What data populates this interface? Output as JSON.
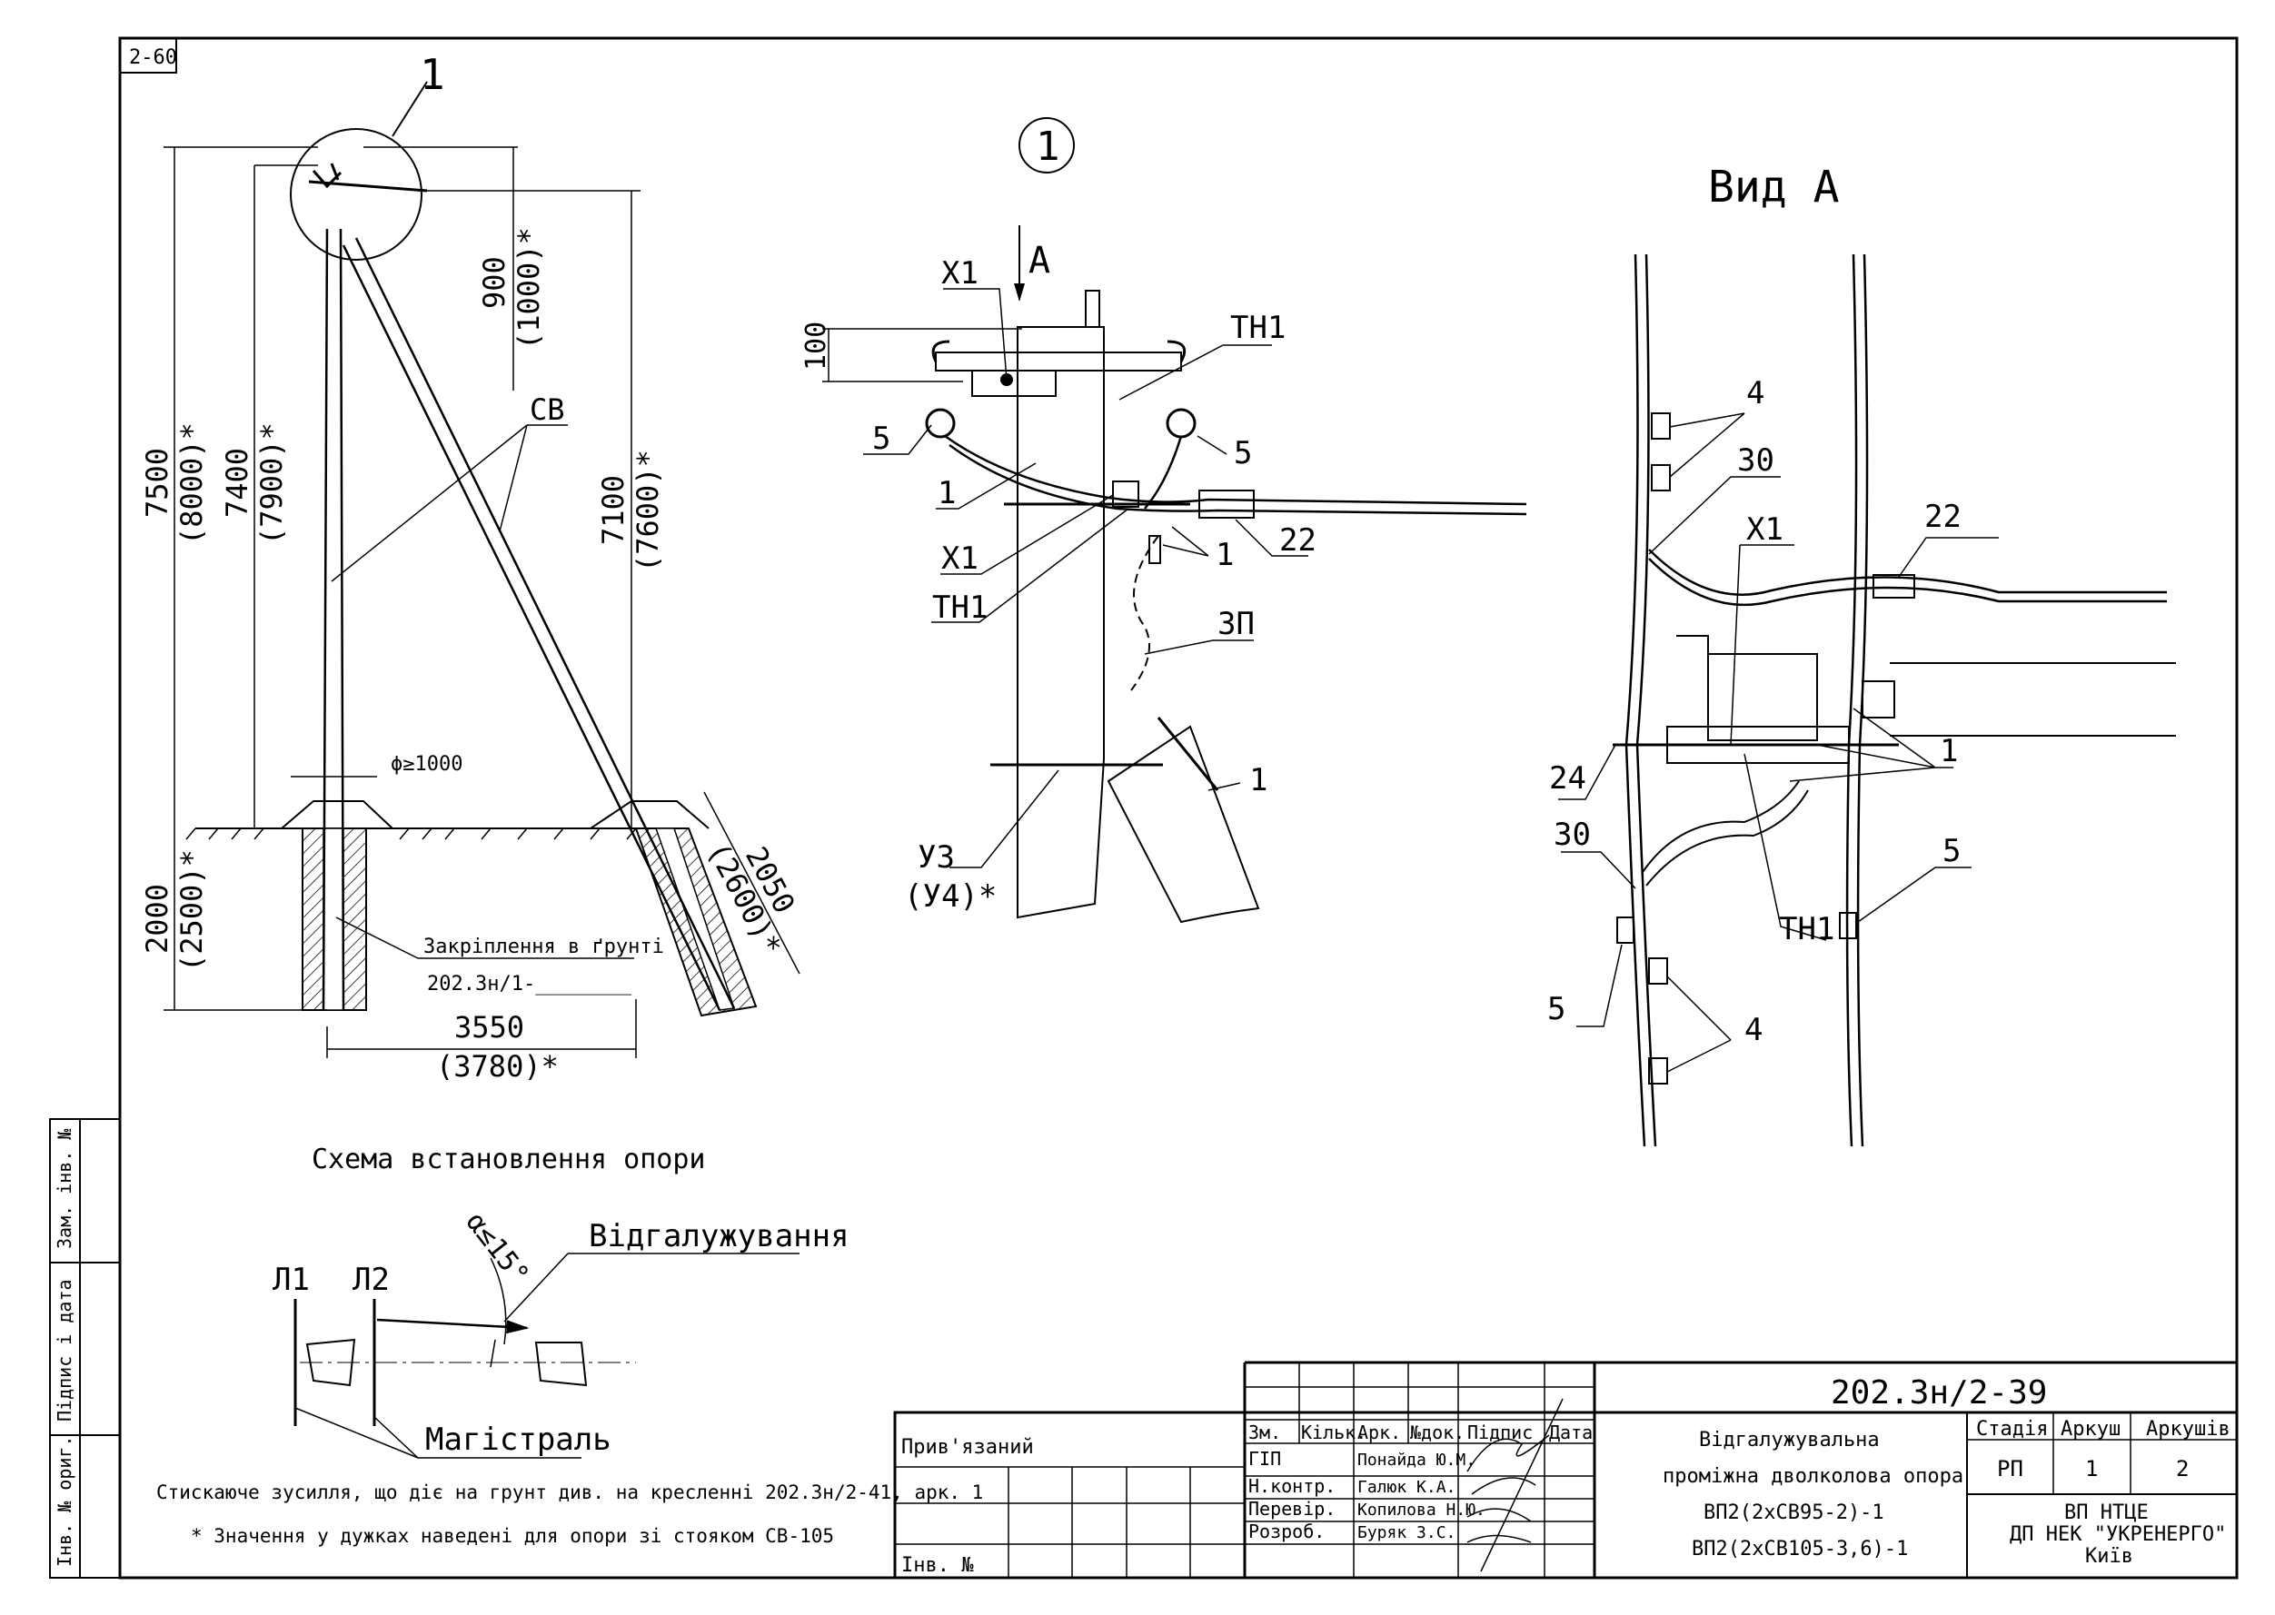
{
  "sheet_code": "2-60",
  "pole_scheme": {
    "callout": "1",
    "dims": {
      "h7500": "7500",
      "h8000": "(8000)*",
      "h7400": "7400",
      "h7900": "(7900)*",
      "h900": "900",
      "h1000": "(1000)*",
      "h7100": "7100",
      "h7600": "(7600)*",
      "h2000": "2000",
      "h2500": "(2500)*",
      "w3550": "3550",
      "w3780": "(3780)*",
      "d2050": "2050",
      "d2600": "(2600)*",
      "phi": "ϕ≥1000"
    },
    "cv_label": "СВ",
    "anchor_label": "Закріплення в ґрунті",
    "anchor_ref": "202.3н/1-________",
    "title": "Схема встановлення опори"
  },
  "detail1": {
    "number": "1",
    "arrow_label": "А",
    "dim100": "100",
    "labels": {
      "x1_top": "Х1",
      "tn1_top": "ТН1",
      "five_left": "5",
      "five_right": "5",
      "one_a": "1",
      "x1_mid": "Х1",
      "tn1_mid": "ТН1",
      "one_b": "1",
      "twentytwo": "22",
      "zp": "ЗП",
      "one_c": "1",
      "u3": "У3",
      "u4": "(У4)*"
    }
  },
  "view_a": {
    "title": "Вид А",
    "labels": {
      "four_top": "4",
      "thirty_top": "30",
      "twentytwo": "22",
      "x1": "Х1",
      "one": "1",
      "twentyfour": "24",
      "thirty_bottom": "30",
      "five_right": "5",
      "tn1": "ТН1",
      "five_left": "5",
      "four_bottom": "4"
    }
  },
  "branch_scheme": {
    "l1": "Л1",
    "l2": "Л2",
    "angle": "α≤15°",
    "branch": "Відгалужування",
    "main": "Магістраль"
  },
  "notes": {
    "compress": "Стискаюче зусилля, що діє на грунт див. на кресленні 202.3н/2-41, арк. 1",
    "brackets": "* Значення у дужках наведені для опори зі стояком СВ-105"
  },
  "side_stamp": {
    "zam": "Зам. інв. №",
    "pidpys": "Підпис і дата",
    "inv": "Інв. № ориг."
  },
  "title_block": {
    "privyaz": "Прив'язаний",
    "inv_no": "Інв. №",
    "doc_number": "202.3н/2-39",
    "headers": [
      "Зм.",
      "Кільк.",
      "Арк.",
      "№док.",
      "Підпис",
      "Дата"
    ],
    "roles": [
      {
        "role": "ГІП",
        "name": "Понайда Ю.М."
      },
      {
        "role": "Н.контр.",
        "name": "Галюк К.А."
      },
      {
        "role": "Перевір.",
        "name": "Копилова Н.Ю."
      },
      {
        "role": "Розроб.",
        "name": "Буряк З.С."
      }
    ],
    "desc": [
      "Відгалужувальна",
      "проміжна дволколова опора",
      "ВП2(2хСВ95-2)-1",
      "ВП2(2хСВ105-3,6)-1"
    ],
    "stage_h": "Стадія",
    "sheet_h": "Аркуш",
    "sheets_h": "Аркушів",
    "stage": "РП",
    "sheet": "1",
    "sheets": "2",
    "org": [
      "ВП НТЦЕ",
      "ДП НЕК \"УКРЕНЕРГО\"",
      "Київ"
    ]
  }
}
